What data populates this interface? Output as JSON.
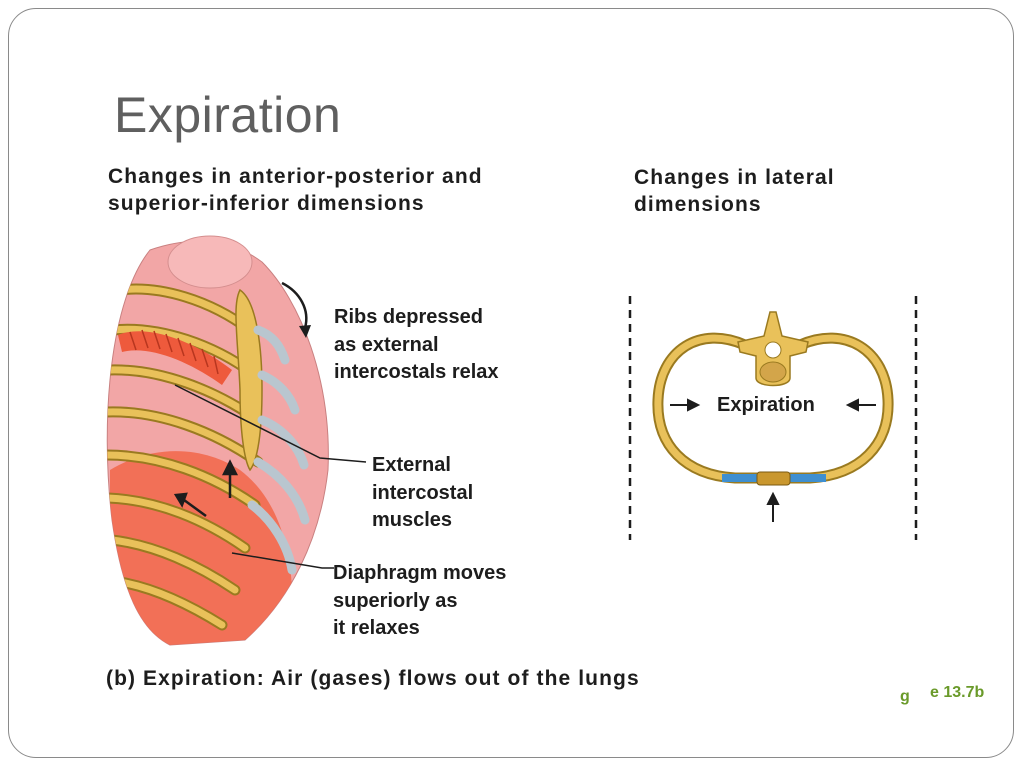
{
  "slide": {
    "title": "Expiration",
    "figure_ref": "e 13.7b",
    "figure_ref_cut": "g"
  },
  "left_panel": {
    "heading": [
      "Changes in anterior-posterior and",
      "superior-inferior dimensions"
    ],
    "labels": {
      "ribs": [
        "Ribs depressed",
        "as external",
        "intercostals relax"
      ],
      "muscles": [
        "External",
        "intercostal",
        "muscles"
      ],
      "diaphragm": [
        "Diaphragm moves",
        "superiorly as",
        "it relaxes"
      ]
    }
  },
  "right_panel": {
    "heading": [
      "Changes in lateral",
      "dimensions"
    ],
    "center_label": "Expiration"
  },
  "caption": "(b) Expiration: Air (gases) flows out of the lungs",
  "colors": {
    "bone": "#e9c15a",
    "bone_outline": "#9a7a20",
    "lung": "#f2a6a6",
    "diaphragm": "#f26a4f",
    "muscle": "#ee5a3c",
    "cartilage": "#b9c6cf",
    "costal_blue": "#3f8fd0",
    "title_gray": "#5f5f5f",
    "figref_green": "#6a9a2a"
  }
}
